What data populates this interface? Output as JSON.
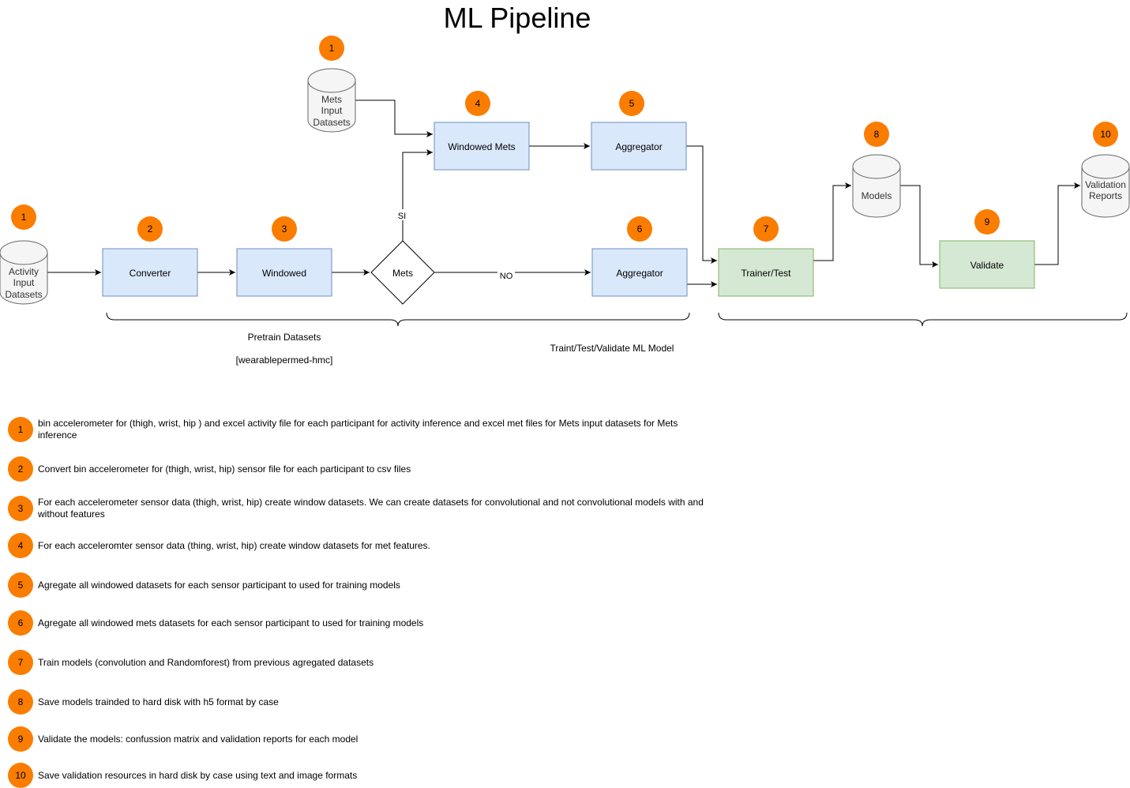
{
  "title": "ML Pipeline",
  "colors": {
    "badge": "#fa7d00",
    "process_fill": "#dae8fc",
    "process_stroke": "#6c8ebf",
    "model_fill": "#d5e8d4",
    "model_stroke": "#82b366",
    "store_fill": "#f5f5f5",
    "store_stroke": "#666666"
  },
  "nodes": {
    "activity_input": {
      "line1": "Activity",
      "line2": "Input",
      "line3": "Datasets",
      "badge": "1"
    },
    "mets_input": {
      "line1": "Mets",
      "line2": "Input",
      "line3": "Datasets",
      "badge": "1"
    },
    "converter": {
      "label": "Converter",
      "badge": "2"
    },
    "windowed": {
      "label": "Windowed",
      "badge": "3"
    },
    "mets_decision": {
      "label": "Mets"
    },
    "windowed_mets": {
      "label": "Windowed Mets",
      "badge": "4"
    },
    "aggregator_top": {
      "label": "Aggregator",
      "badge": "5"
    },
    "aggregator_bottom": {
      "label": "Aggregator",
      "badge": "6"
    },
    "trainer": {
      "label": "Trainer/Test",
      "badge": "7"
    },
    "models": {
      "label": "Models",
      "badge": "8"
    },
    "validate": {
      "label": "Validate",
      "badge": "9"
    },
    "validation_reports": {
      "line1": "Validation",
      "line2": "Reports",
      "badge": "10"
    }
  },
  "edges": {
    "si_label": "SI",
    "no_label": "NO"
  },
  "groups": {
    "pretrain_label": "Pretrain Datasets",
    "pretrain_sublabel": "[wearablepermed-hmc]",
    "train_label": "Traint/Test/Validate ML Model"
  },
  "legend": [
    {
      "num": "1",
      "text": "bin accelerometer for (thigh, wrist, hip ) and excel activity file for each participant for activity inference and excel met files for Mets input datasets for Mets inference"
    },
    {
      "num": "2",
      "text": "Convert bin accelerometer for (thigh, wrist, hip) sensor file for each participant to csv files"
    },
    {
      "num": "3",
      "text": "For each accelerometer sensor data (thigh, wrist, hip) create window datasets. We can create datasets for convolutional and not convolutional models with and without features"
    },
    {
      "num": "4",
      "text": "For each acceleromter sensor data (thing, wrist, hip) create window datasets for met features."
    },
    {
      "num": "5",
      "text": "Agregate all windowed datasets for each sensor participant to used for training models"
    },
    {
      "num": "6",
      "text": "Agregate all windowed mets datasets for each sensor participant to used for training models"
    },
    {
      "num": "7",
      "text": "Train models (convolution and Randomforest) from previous agregated datasets"
    },
    {
      "num": "8",
      "text": "Save models trainded to hard disk with h5 format by case"
    },
    {
      "num": "9",
      "text": "Validate the models: confussion matrix and validation reports for each model"
    },
    {
      "num": "10",
      "text": "Save validation resources in hard disk by case using text and image formats"
    }
  ]
}
